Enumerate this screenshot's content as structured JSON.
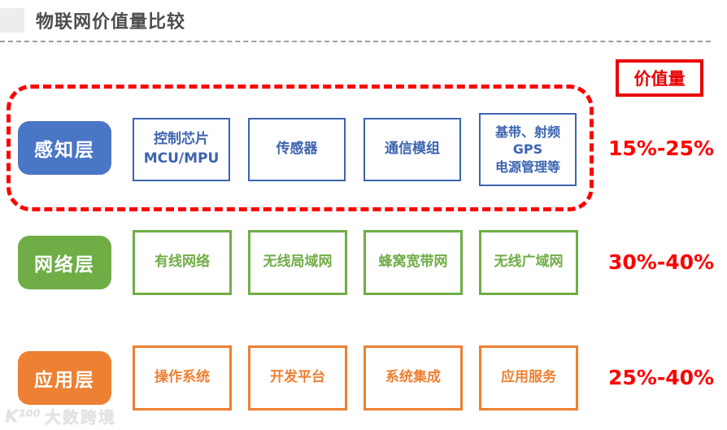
{
  "title": "物联网价值量比较",
  "value_header": "价值量",
  "colors": {
    "blue": "#4a76c6",
    "green": "#70ad47",
    "orange": "#ed8032",
    "red_accent": "#fe0000",
    "title_gray": "#4d4d4d"
  },
  "rows": [
    {
      "label": "感知层",
      "value": "15%-25%",
      "highlighted": true,
      "items": [
        [
          "控制芯片",
          "MCU/MPU"
        ],
        [
          "传感器"
        ],
        [
          "通信模组"
        ],
        [
          "基带、射频",
          "GPS",
          "电源管理等"
        ]
      ]
    },
    {
      "label": "网络层",
      "value": "30%-40%",
      "highlighted": false,
      "items": [
        [
          "有线网络"
        ],
        [
          "无线局域网"
        ],
        [
          "蜂窝宽带网"
        ],
        [
          "无线广域网"
        ]
      ]
    },
    {
      "label": "应用层",
      "value": "25%-40%",
      "highlighted": false,
      "items": [
        [
          "操作系统"
        ],
        [
          "开发平台"
        ],
        [
          "系统集成"
        ],
        [
          "应用服务"
        ]
      ]
    }
  ],
  "watermark": {
    "logo": "K¹⁰⁰",
    "brand": "大数跨境"
  }
}
